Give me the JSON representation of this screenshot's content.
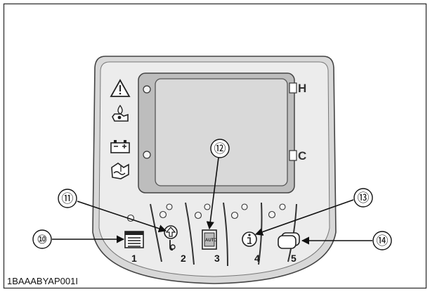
{
  "figure": {
    "caption": "1BAAABYAP001I",
    "gauge": {
      "high_label": "H",
      "low_label": "C"
    },
    "warning_icons": [
      "warning-triangle-icon",
      "engine-oil-pressure-icon",
      "battery-charge-icon",
      "coolant-temperature-icon"
    ],
    "buttons": [
      {
        "number": "1",
        "icon": "display-menu-icon"
      },
      {
        "number": "2",
        "icon": "upshift-hand-icon"
      },
      {
        "number": "3",
        "icon": "auto-mode-icon"
      },
      {
        "number": "4",
        "icon": "info-icon"
      },
      {
        "number": "5",
        "icon": "screen-toggle-icon"
      }
    ],
    "callouts": [
      {
        "label": "⑩"
      },
      {
        "label": "⑪"
      },
      {
        "label": "⑫"
      },
      {
        "label": "⑬"
      },
      {
        "label": "⑭"
      }
    ]
  }
}
